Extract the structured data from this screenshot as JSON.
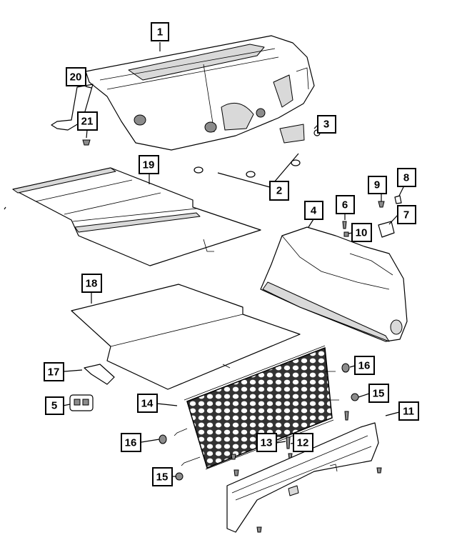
{
  "callouts": [
    {
      "id": "c1",
      "label": "1"
    },
    {
      "id": "c2",
      "label": "2"
    },
    {
      "id": "c3",
      "label": "3"
    },
    {
      "id": "c4",
      "label": "4"
    },
    {
      "id": "c5",
      "label": "5"
    },
    {
      "id": "c6",
      "label": "6"
    },
    {
      "id": "c7",
      "label": "7"
    },
    {
      "id": "c8",
      "label": "8"
    },
    {
      "id": "c9",
      "label": "9"
    },
    {
      "id": "c10",
      "label": "10"
    },
    {
      "id": "c11",
      "label": "11"
    },
    {
      "id": "c12",
      "label": "12"
    },
    {
      "id": "c13",
      "label": "13"
    },
    {
      "id": "c14",
      "label": "14"
    },
    {
      "id": "c15a",
      "label": "15"
    },
    {
      "id": "c15b",
      "label": "15"
    },
    {
      "id": "c16a",
      "label": "16"
    },
    {
      "id": "c16b",
      "label": "16"
    },
    {
      "id": "c17",
      "label": "17"
    },
    {
      "id": "c18",
      "label": "18"
    },
    {
      "id": "c19",
      "label": "19"
    },
    {
      "id": "c20",
      "label": "20"
    },
    {
      "id": "c21",
      "label": "21"
    }
  ]
}
